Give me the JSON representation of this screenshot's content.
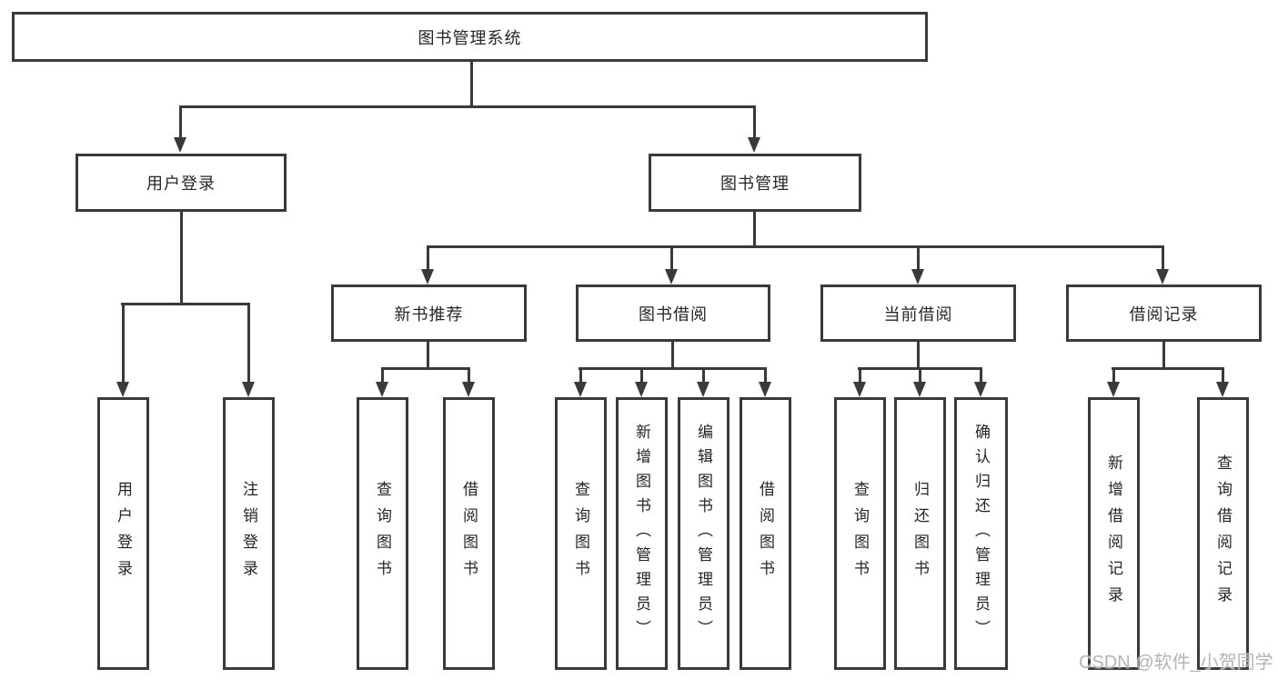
{
  "tree": {
    "label": "图书管理系统",
    "children": [
      {
        "label": "用户登录",
        "children": [
          {
            "label": "用户登录"
          },
          {
            "label": "注销登录"
          }
        ]
      },
      {
        "label": "图书管理",
        "children": [
          {
            "label": "新书推荐",
            "children": [
              {
                "label": "查询图书"
              },
              {
                "label": "借阅图书"
              }
            ]
          },
          {
            "label": "图书借阅",
            "children": [
              {
                "label": "查询图书"
              },
              {
                "label": "新增图书（管理员）"
              },
              {
                "label": "编辑图书（管理员）"
              },
              {
                "label": "借阅图书"
              }
            ]
          },
          {
            "label": "当前借阅",
            "children": [
              {
                "label": "查询图书"
              },
              {
                "label": "归还图书"
              },
              {
                "label": "确认归还（管理员）"
              }
            ]
          },
          {
            "label": "借阅记录",
            "children": [
              {
                "label": "新增借阅记录"
              },
              {
                "label": "查询借阅记录"
              }
            ]
          }
        ]
      }
    ]
  },
  "watermark": "CSDN @软件_小贺同学",
  "colors": {
    "line": "#3a3a3a",
    "border": "#3a3a3a",
    "fill": "#ffffff",
    "text": "#262626",
    "watermark": "#b4b4b4"
  }
}
